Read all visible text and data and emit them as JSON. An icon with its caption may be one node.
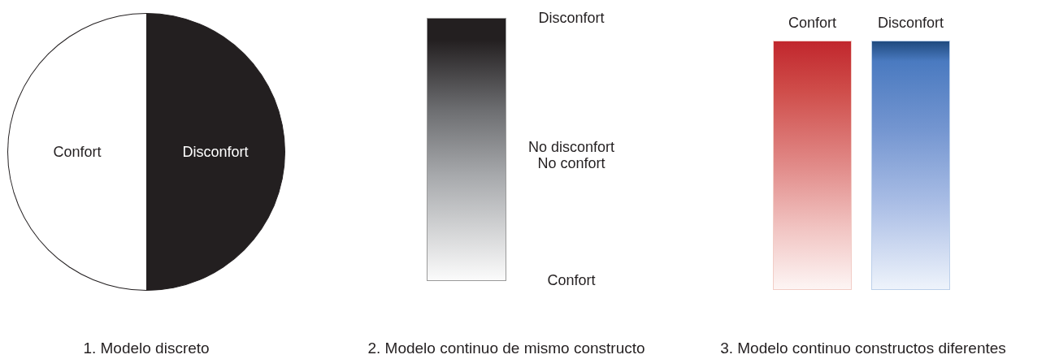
{
  "diagram": {
    "nodes": [
      {
        "text": [
          "Confort"
        ]
      },
      {
        "text": [
          "Disconfort"
        ]
      },
      {
        "text": [],
        "shape": "bar",
        "beside": [
          "Disconfort",
          "No disconfort No confort",
          "Confort"
        ]
      },
      {
        "text": [
          "Confort"
        ]
      },
      {
        "text": [
          "Disconfort"
        ]
      }
    ],
    "labels": [
      "1. Modelo discreto",
      "2. Modelo continuo de mismo constructo",
      "3. Modelo continuo constructos diferentes"
    ]
  }
}
